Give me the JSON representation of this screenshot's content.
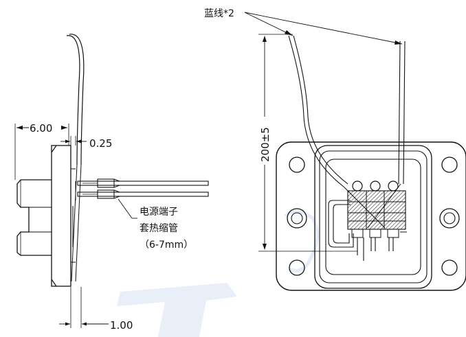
{
  "labels": {
    "blue_wire": "蓝线*2",
    "dim_width": "6.00",
    "dim_thickness": "0.25",
    "dim_bottom": "1.00",
    "dim_length": "200±5",
    "note_line1": "电源端子",
    "note_line2": "套热缩管",
    "note_line3": "（6-7mm）"
  },
  "colors": {
    "line": "#111111",
    "watermark": "#c9d9f0"
  }
}
